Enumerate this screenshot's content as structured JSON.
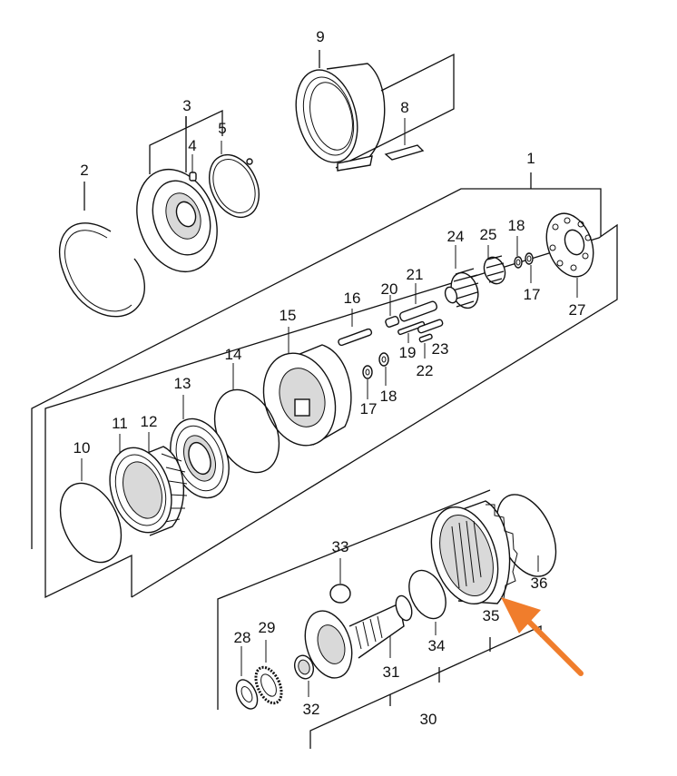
{
  "callouts": {
    "p1": "1",
    "p2": "2",
    "p3": "3",
    "p4": "4",
    "p5": "5",
    "p8": "8",
    "p9": "9",
    "p10": "10",
    "p11": "11",
    "p12": "12",
    "p13": "13",
    "p14": "14",
    "p15": "15",
    "p16": "16",
    "p17a": "17",
    "p17b": "17",
    "p18a": "18",
    "p18b": "18",
    "p19": "19",
    "p20": "20",
    "p21": "21",
    "p22": "22",
    "p23": "23",
    "p24": "24",
    "p25": "25",
    "p27": "27",
    "p28": "28",
    "p29": "29",
    "p30": "30",
    "p31": "31",
    "p32": "32",
    "p33": "33",
    "p34": "34",
    "p35": "35",
    "p36": "36"
  },
  "colors": {
    "arrow": "#f07d2c",
    "line": "#111111"
  }
}
